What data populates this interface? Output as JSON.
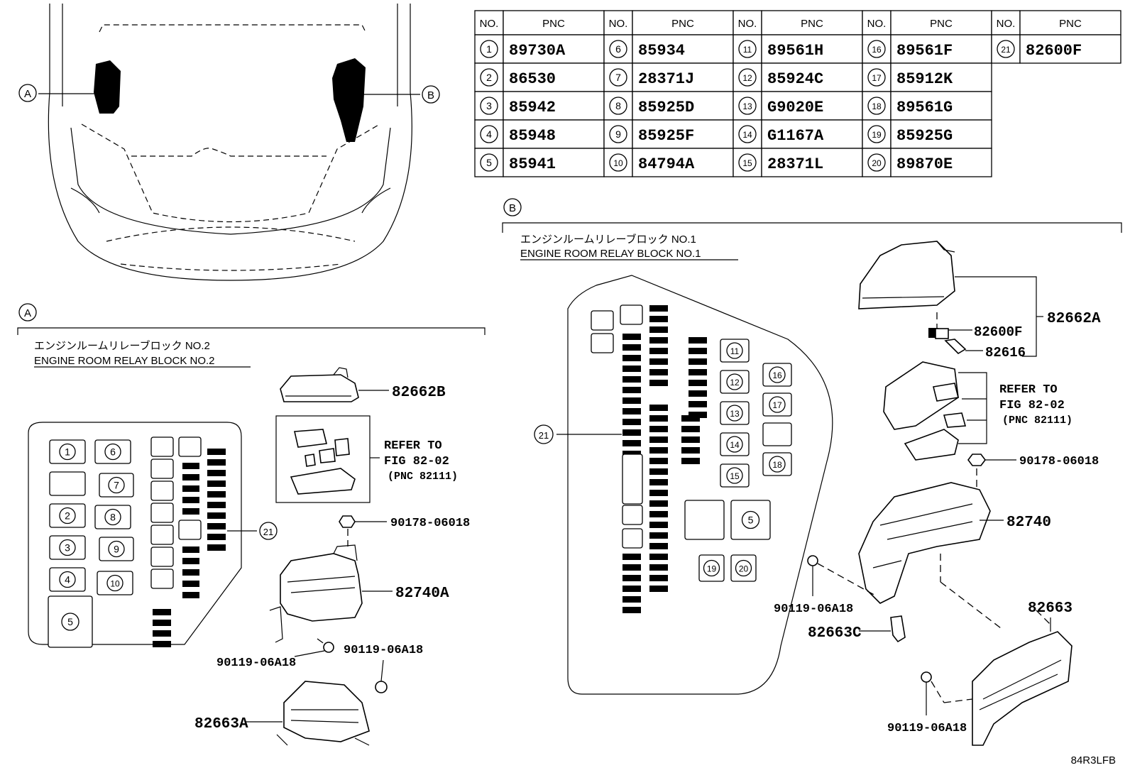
{
  "table": {
    "headers": {
      "no": "NO.",
      "pnc": "PNC"
    },
    "rows": [
      {
        "no": "1",
        "pnc": "89730A"
      },
      {
        "no": "2",
        "pnc": "86530"
      },
      {
        "no": "3",
        "pnc": "85942"
      },
      {
        "no": "4",
        "pnc": "85948"
      },
      {
        "no": "5",
        "pnc": "85941"
      },
      {
        "no": "6",
        "pnc": "85934"
      },
      {
        "no": "7",
        "pnc": "28371J"
      },
      {
        "no": "8",
        "pnc": "85925D"
      },
      {
        "no": "9",
        "pnc": "85925F"
      },
      {
        "no": "10",
        "pnc": "84794A"
      },
      {
        "no": "11",
        "pnc": "89561H"
      },
      {
        "no": "12",
        "pnc": "85924C"
      },
      {
        "no": "13",
        "pnc": "G9020E"
      },
      {
        "no": "14",
        "pnc": "G1167A"
      },
      {
        "no": "15",
        "pnc": "28371L"
      },
      {
        "no": "16",
        "pnc": "89561F"
      },
      {
        "no": "17",
        "pnc": "85912K"
      },
      {
        "no": "18",
        "pnc": "89561G"
      },
      {
        "no": "19",
        "pnc": "85925G"
      },
      {
        "no": "20",
        "pnc": "89870E"
      },
      {
        "no": "21",
        "pnc": "82600F"
      }
    ]
  },
  "section_a": {
    "marker": "A",
    "title_jp": "エンジンルームリレーブロック NO.2",
    "title_en": "ENGINE ROOM RELAY BLOCK NO.2",
    "labels": {
      "cover": "82662B",
      "refer_1": "REFER TO",
      "refer_2": "FIG 82-02",
      "refer_3": "(PNC 82111)",
      "bolt_top": "90178-06018",
      "block": "82740A",
      "bolt_left": "90119-06A18",
      "bolt_right": "90119-06A18",
      "lower_case": "82663A",
      "callout": "21"
    }
  },
  "section_b": {
    "marker": "B",
    "title_jp": "エンジンルームリレーブロック NO.1",
    "title_en": "ENGINE ROOM RELAY BLOCK NO.1",
    "labels": {
      "cover": "82662A",
      "relay": "82600F",
      "clip": "82616",
      "refer_1": "REFER TO",
      "refer_2": "FIG 82-02",
      "refer_3": "(PNC 82111)",
      "bolt_top": "90178-06018",
      "block": "82740",
      "bolt_mid": "90119-06A18",
      "bracket": "82663C",
      "lower_case": "82663",
      "bolt_low": "90119-06A18",
      "callout": "21"
    }
  },
  "car": {
    "marker_a": "A",
    "marker_b": "B"
  },
  "figure_code": "84R3LFB"
}
